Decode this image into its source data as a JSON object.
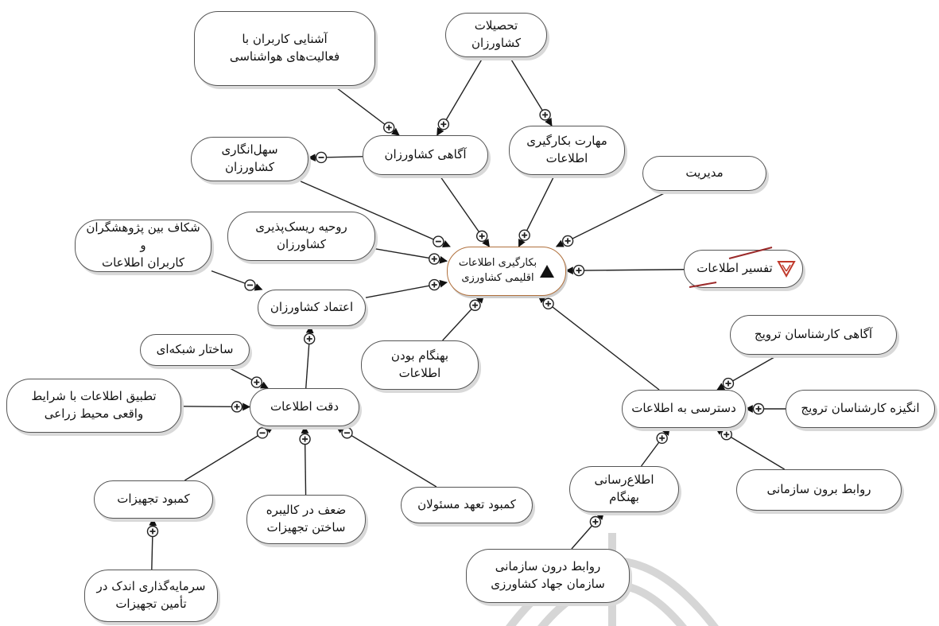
{
  "diagram": {
    "nodes": {
      "weather_familiarity": "آشنایی کاربران با\nفعالیت‌های هواشناسی",
      "education": "تحصیلات\nکشاورزان",
      "farmer_awareness": "آگاهی کشاورزان",
      "info_skill": "مهارت بکارگیری\nاطلاعات",
      "carelessness": "سهل‌انگاری\nکشاورزان",
      "management": "مدیریت",
      "risk_taking": "روحیه ریسک‌پذیری\nکشاورزان",
      "gap": "شکاف بین پژوهشگران و\nکاربران اطلاعات",
      "central": "بکارگیری اطلاعات\nاقلیمی کشاورزی",
      "interpretation": "تفسیر اطلاعات",
      "farmer_trust": "اعتماد کشاورزان",
      "timeliness": "بهنگام بودن\nاطلاعات",
      "network_structure": "ساختار شبکه‌ای",
      "extension_awareness": "آگاهی کارشناسان ترویج",
      "info_fit": "تطبیق اطلاعات با شرایط\nواقعی محیط زراعی",
      "info_accuracy": "دقت اطلاعات",
      "info_access": "دسترسی به اطلاعات",
      "extension_motivation": "انگیزه کارشناسان ترویج",
      "timely_dissemination": "اطلاع‌رسانی\nبهنگام",
      "external_relations": "روابط برون سازمانی",
      "lack_equipment": "کمبود تجهیزات",
      "weak_calibration": "ضعف در کالیبره\nساختن تجهیزات",
      "lack_commitment": "کمبود تعهد مسئولان",
      "low_investment": "سرمایه‌گذاری اندک در\nتأمین تجهیزات",
      "internal_relations": "روابط درون سازمانی\nسازمان جهاد کشاورزی"
    },
    "links": [
      {
        "from": "weather_familiarity",
        "to": "farmer_awareness",
        "sign": "+"
      },
      {
        "from": "education",
        "to": "farmer_awareness",
        "sign": "+"
      },
      {
        "from": "education",
        "to": "info_skill",
        "sign": "+"
      },
      {
        "from": "farmer_awareness",
        "to": "carelessness",
        "sign": "-"
      },
      {
        "from": "farmer_awareness",
        "to": "central",
        "sign": "+"
      },
      {
        "from": "info_skill",
        "to": "central",
        "sign": "+"
      },
      {
        "from": "carelessness",
        "to": "central",
        "sign": "-"
      },
      {
        "from": "management",
        "to": "central",
        "sign": "+"
      },
      {
        "from": "risk_taking",
        "to": "central",
        "sign": "+"
      },
      {
        "from": "farmer_trust",
        "to": "central",
        "sign": "+"
      },
      {
        "from": "timeliness",
        "to": "central",
        "sign": "+"
      },
      {
        "from": "interpretation",
        "to": "central",
        "sign": "+"
      },
      {
        "from": "info_access",
        "to": "central",
        "sign": "+"
      },
      {
        "from": "gap",
        "to": "farmer_trust",
        "sign": "-"
      },
      {
        "from": "info_accuracy",
        "to": "farmer_trust",
        "sign": "+"
      },
      {
        "from": "network_structure",
        "to": "info_accuracy",
        "sign": "+"
      },
      {
        "from": "info_fit",
        "to": "info_accuracy",
        "sign": "+"
      },
      {
        "from": "lack_equipment",
        "to": "info_accuracy",
        "sign": "-"
      },
      {
        "from": "weak_calibration",
        "to": "info_accuracy",
        "sign": "+"
      },
      {
        "from": "lack_commitment",
        "to": "info_accuracy",
        "sign": "-"
      },
      {
        "from": "low_investment",
        "to": "lack_equipment",
        "sign": "+"
      },
      {
        "from": "extension_awareness",
        "to": "info_access",
        "sign": "+"
      },
      {
        "from": "extension_motivation",
        "to": "info_access",
        "sign": "+"
      },
      {
        "from": "external_relations",
        "to": "info_access",
        "sign": "+"
      },
      {
        "from": "timely_dissemination",
        "to": "info_access",
        "sign": "+"
      },
      {
        "from": "internal_relations",
        "to": "timely_dissemination",
        "sign": "+"
      }
    ]
  }
}
